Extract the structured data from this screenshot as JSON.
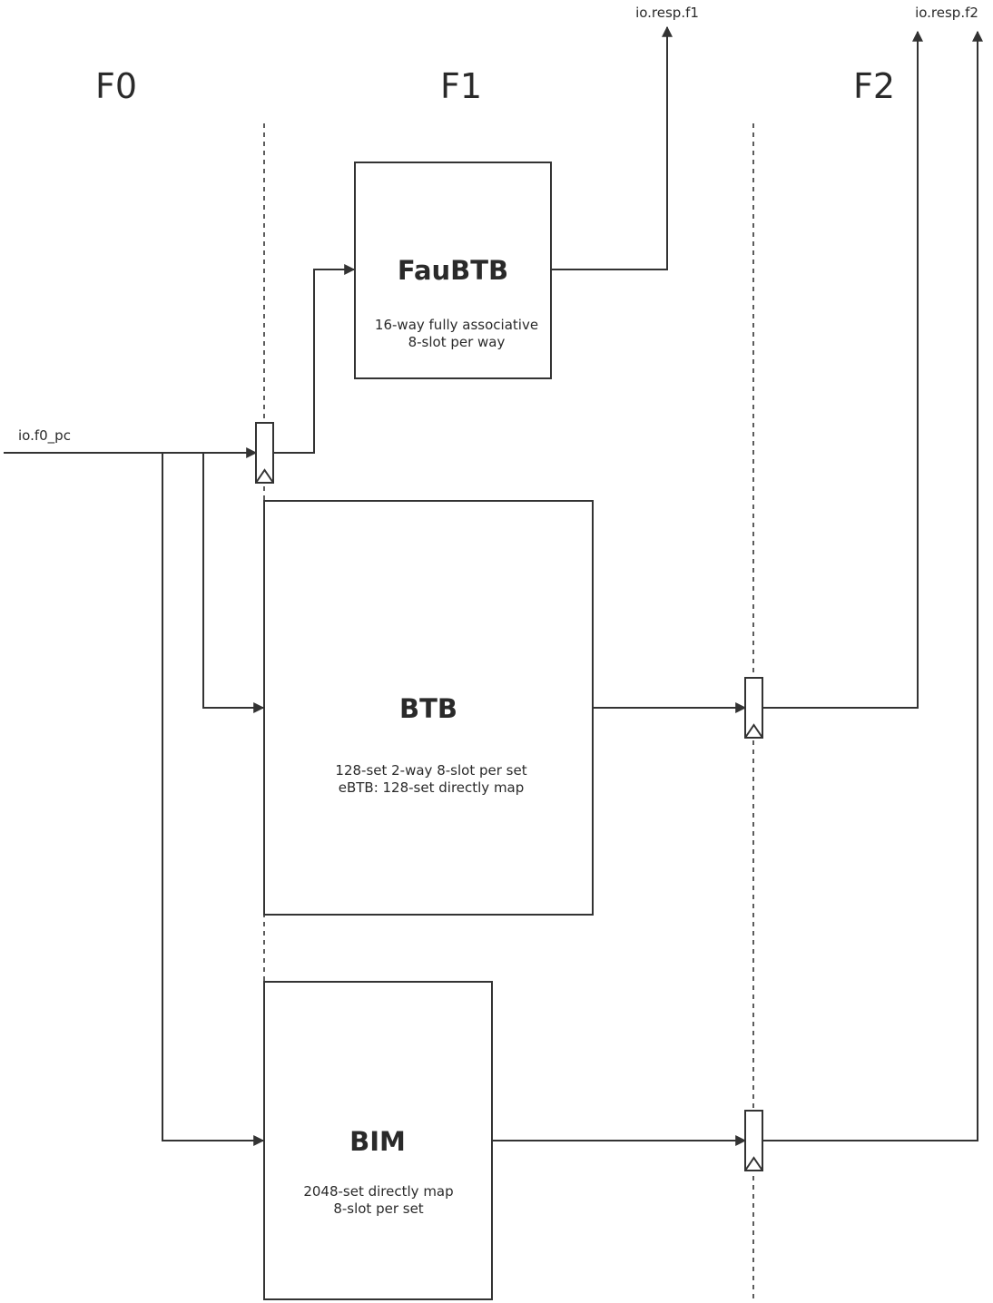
{
  "stages": [
    "F0",
    "F1",
    "F2"
  ],
  "signals": {
    "input": "io.f0_pc",
    "resp_f1": "io.resp.f1",
    "resp_f2": "io.resp.f2"
  },
  "blocks": {
    "faubtb": {
      "title": "FauBTB",
      "desc1": "16-way fully associative",
      "desc2": "8-slot per way"
    },
    "btb": {
      "title": "BTB",
      "desc1": "128-set 2-way 8-slot per set",
      "desc2": "eBTB: 128-set directly map"
    },
    "bim": {
      "title": "BIM",
      "desc1": "2048-set directly map",
      "desc2": "8-slot per set"
    }
  },
  "colors": {
    "line": "#333333",
    "text": "#2a2a2a",
    "background": "#ffffff"
  }
}
